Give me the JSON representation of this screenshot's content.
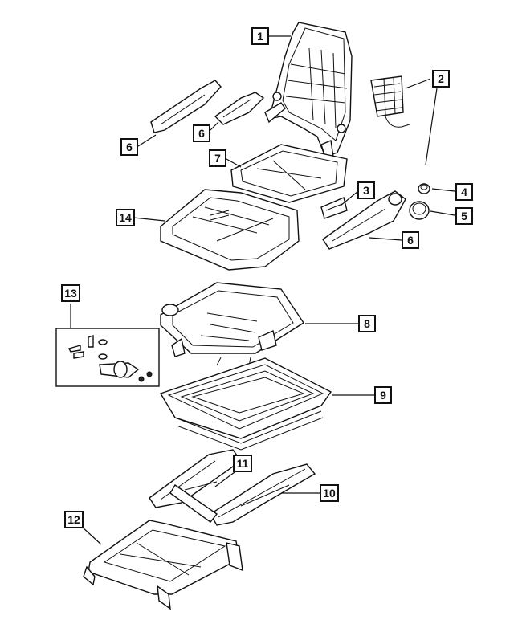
{
  "callouts": {
    "c1": "1",
    "c2": "2",
    "c3": "3",
    "c4": "4",
    "c5": "5",
    "c6a": "6",
    "c6b": "6",
    "c6c": "6",
    "c7": "7",
    "c8": "8",
    "c9": "9",
    "c10": "10",
    "c11": "11",
    "c12": "12",
    "c13": "13",
    "c14": "14"
  }
}
